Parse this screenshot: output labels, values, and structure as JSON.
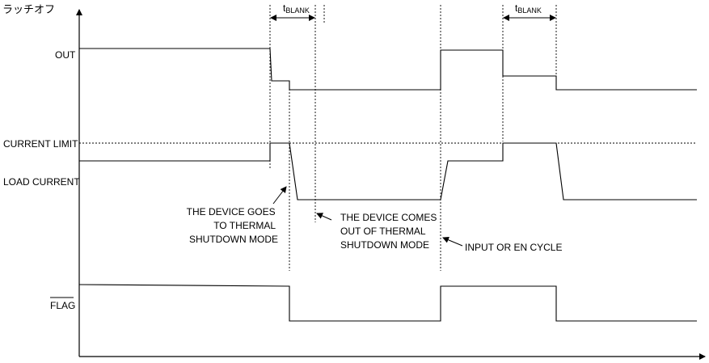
{
  "title": "ラッチオフ",
  "signals": {
    "out": "OUT",
    "current_limit": "CURRENT LIMIT",
    "load_current": "LOAD CURRENT",
    "flag": "FLAG"
  },
  "blank_label": {
    "t": "t",
    "sub": "BLANK"
  },
  "annotations": {
    "thermal_in": [
      "THE DEVICE GOES",
      "TO THERMAL",
      "SHUTDOWN MODE"
    ],
    "thermal_out": [
      "THE DEVICE COMES",
      "OUT OF THERMAL",
      "SHUTDOWN MODE"
    ],
    "cycle": "INPUT OR EN CYCLE"
  }
}
